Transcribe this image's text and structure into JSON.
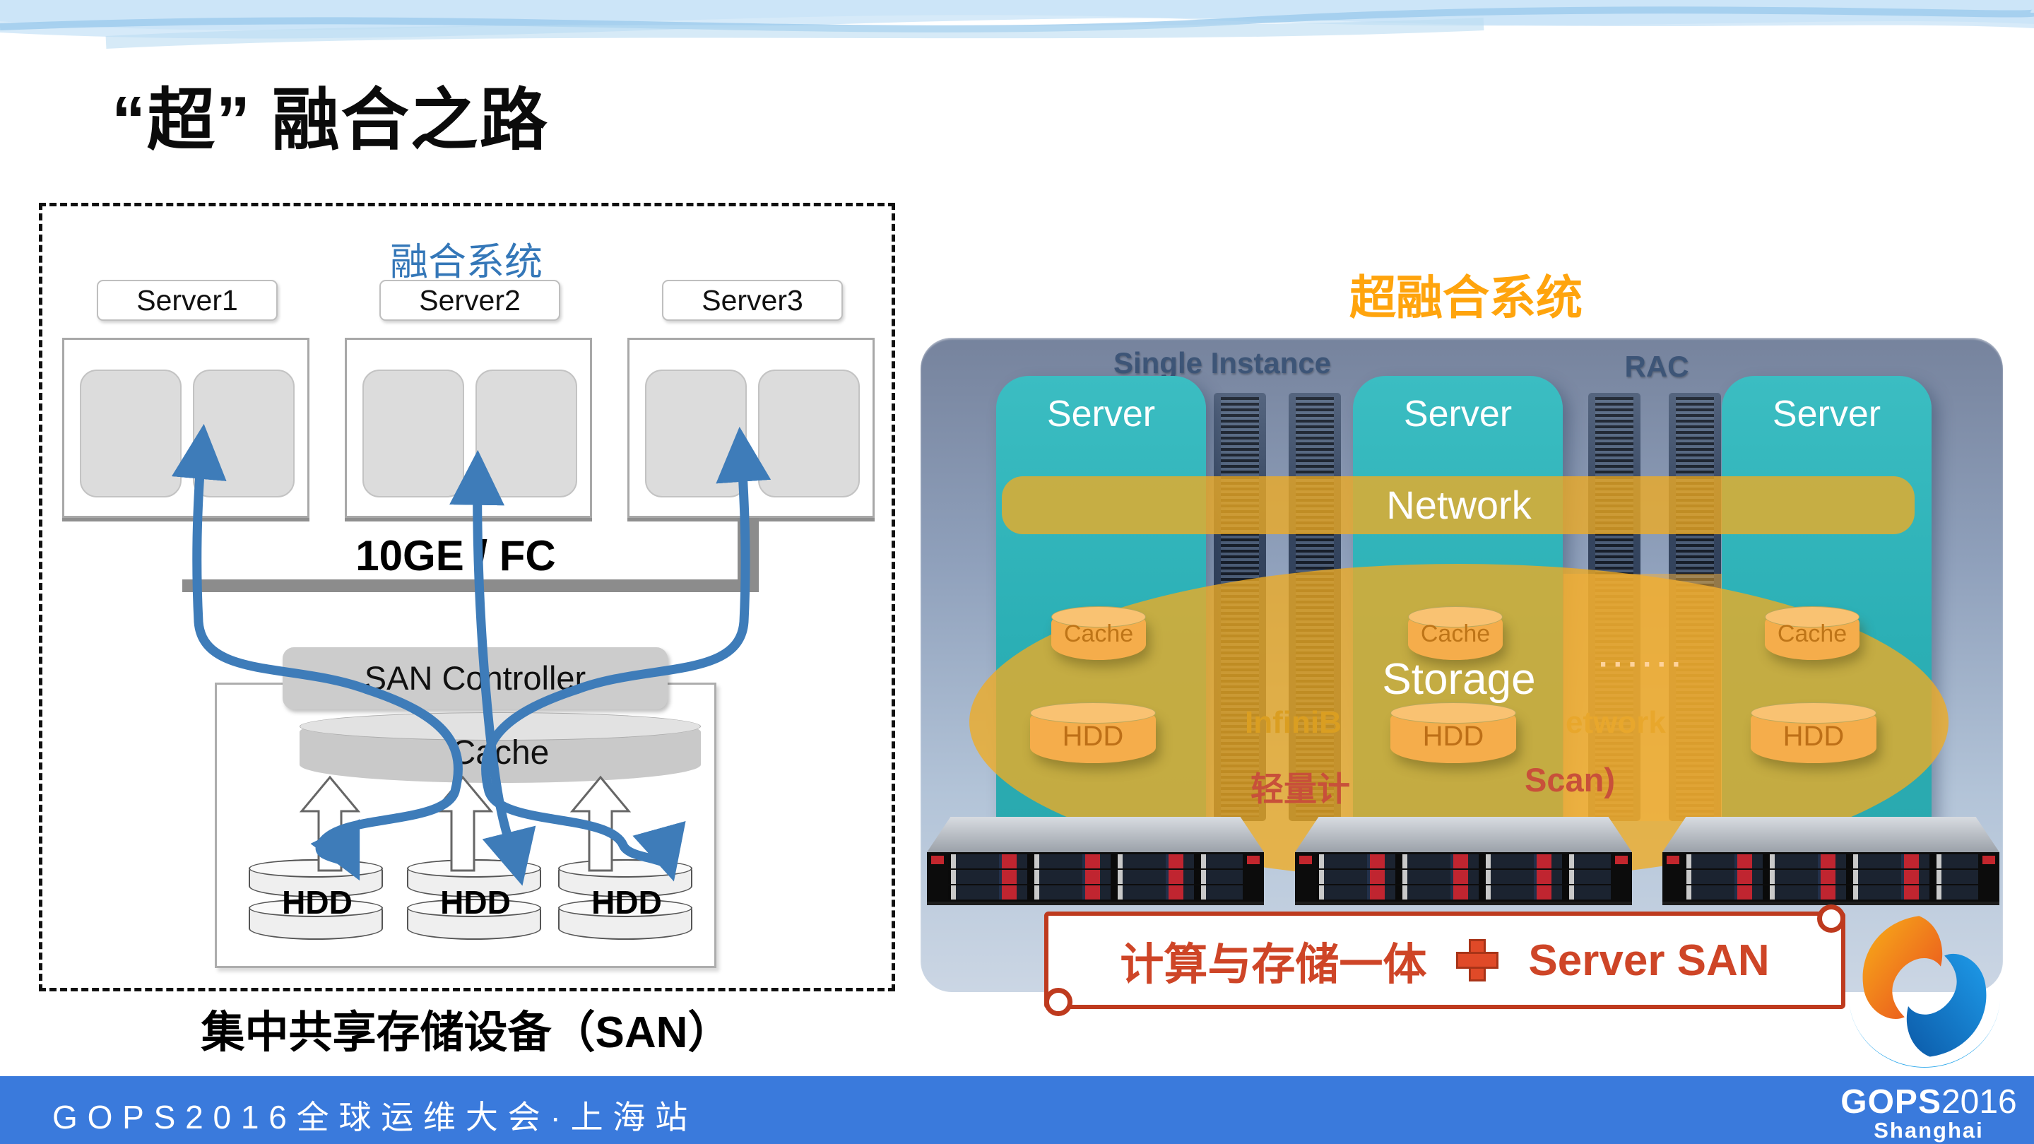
{
  "title": "“超” 融合之路",
  "left": {
    "system_label": "融合系统",
    "servers": [
      "Server1",
      "Server2",
      "Server3"
    ],
    "link_label": "10GE / FC",
    "san_controller_label": "SAN Controller",
    "cache_label": "Cache",
    "hdd_label": "HDD",
    "caption": "集中共享存储设备（SAN）"
  },
  "right": {
    "system_label": "超融合系统",
    "group_left_label": "Single Instance",
    "group_right_label": "RAC",
    "server_label": "Server",
    "network_label": "Network",
    "storage_label": "Storage",
    "cache_label": "Cache",
    "hdd_label": "HDD",
    "interconnect_fragment_left": "InfiniB",
    "interconnect_fragment_right": "etwork",
    "red_fragment_left": "轻量计",
    "red_fragment_right": "Scan)",
    "ellipsis_dots": "······",
    "banner": {
      "text_left": "计算与存储一体",
      "plus_icon": "plus",
      "text_right": "Server SAN"
    }
  },
  "footer": {
    "event_text": "GOPS2016全球运维大会·上海站",
    "logo_name": "GOPS",
    "logo_year": "2016",
    "logo_city": "Shanghai"
  },
  "colors": {
    "accent_orange": "#FFA40D",
    "teal": "#2EB5BB",
    "overlay_orange": "#F0AC23",
    "arrow_blue": "#3E7CB9",
    "banner_red": "#CE4527",
    "footer_blue": "#3A7ADC",
    "label_blue": "#3477B8",
    "heading_navy": "#3D5577"
  }
}
